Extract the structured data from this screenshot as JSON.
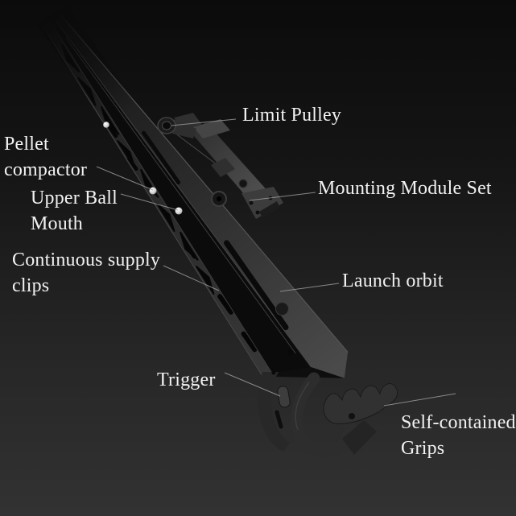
{
  "diagram": {
    "labels": [
      {
        "id": "limit-pulley",
        "text": "Limit Pulley"
      },
      {
        "id": "pellet-compactor",
        "text": "Pellet compactor"
      },
      {
        "id": "upper-ball-mouth",
        "text": "Upper Ball Mouth"
      },
      {
        "id": "mounting-module-set",
        "text": "Mounting Module Set"
      },
      {
        "id": "continuous-supply-clips",
        "text": "Continuous supply clips"
      },
      {
        "id": "launch-orbit",
        "text": "Launch orbit"
      },
      {
        "id": "trigger",
        "text": "Trigger"
      },
      {
        "id": "self-contained-grips",
        "text": "Self-contained Grips"
      }
    ],
    "colors": {
      "background_top": "#0b0b0b",
      "background_bottom": "#323232",
      "label_text": "#f2f2f2",
      "leader_line": "#9a9a9a",
      "object_dark": "#111111",
      "object_mid": "#2e2e2e",
      "object_light": "#4d4d4d",
      "pellet_white": "#f0f0f0"
    }
  }
}
